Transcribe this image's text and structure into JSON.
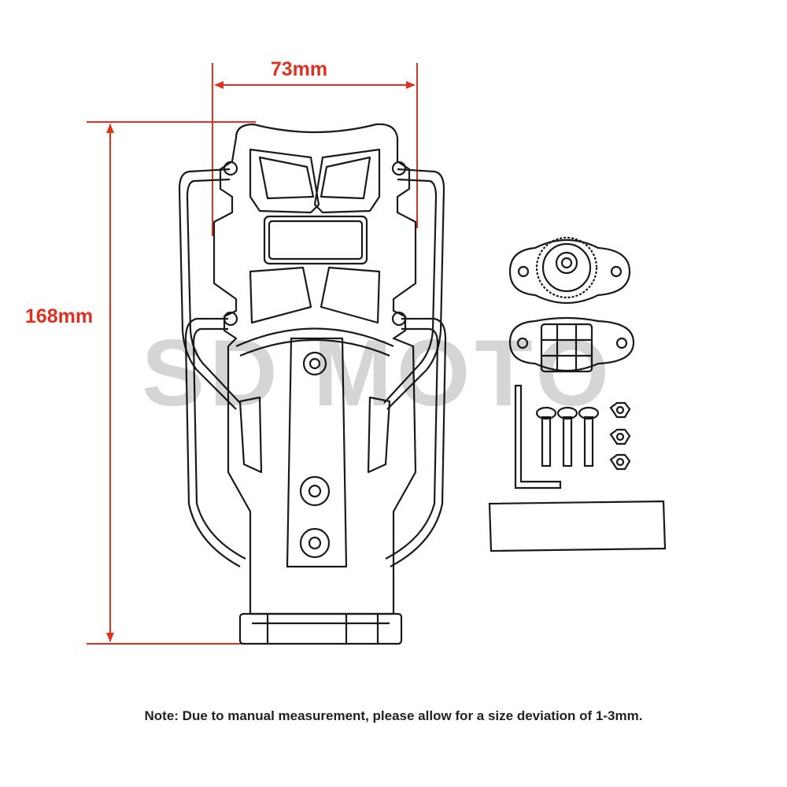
{
  "dimensions": {
    "width_label": "73mm",
    "height_label": "168mm"
  },
  "watermark": "SD MOTO",
  "note": "Note: Due to manual measurement, please allow for a size deviation of 1-3mm.",
  "colors": {
    "dimension": "#e0301e",
    "line": "#1a1a1a",
    "watermark": "#cfcfcf"
  },
  "icons": [
    "license-plate-bracket-icon",
    "mount-base-icon",
    "clamp-plate-icon",
    "bolt-icon",
    "nut-icon",
    "hex-key-icon",
    "adhesive-pad-icon"
  ]
}
